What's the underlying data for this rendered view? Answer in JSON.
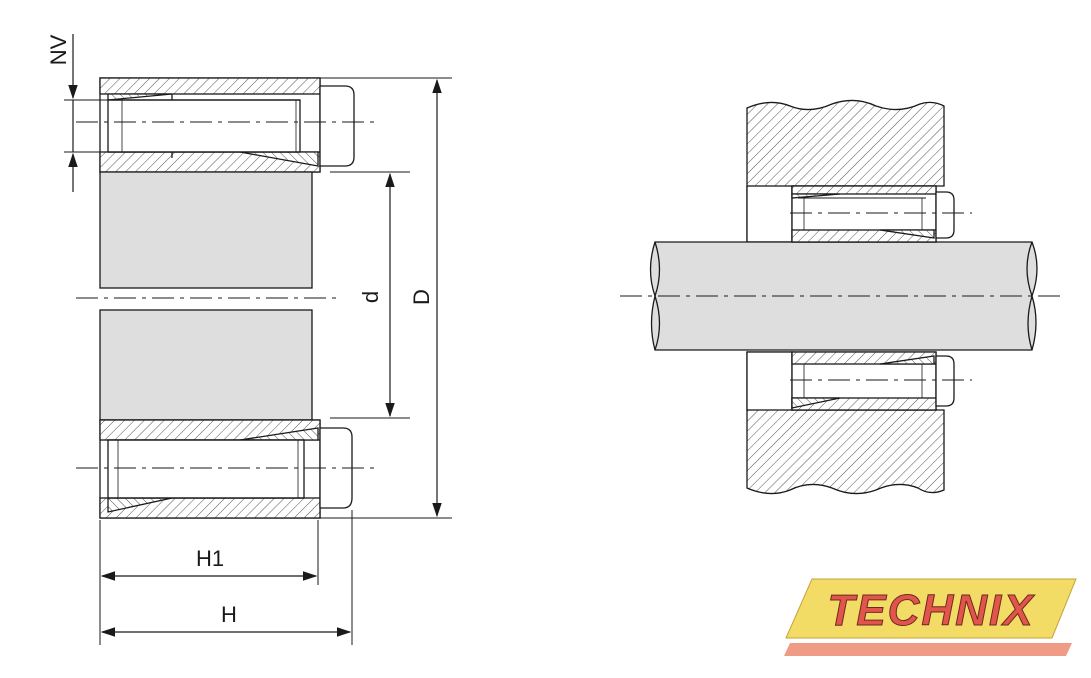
{
  "labels": {
    "nv": "NV",
    "d": "d",
    "D": "D",
    "h1": "H1",
    "h": "H"
  },
  "logo": {
    "text": "TECHNIX",
    "fill_color": "#f3dc66",
    "stripe_color": "#ef9b86",
    "text_color": "#e2554a"
  },
  "colors": {
    "line": "#1a1a1a",
    "shaft_fill": "#dedede",
    "hatch": "#555555"
  }
}
